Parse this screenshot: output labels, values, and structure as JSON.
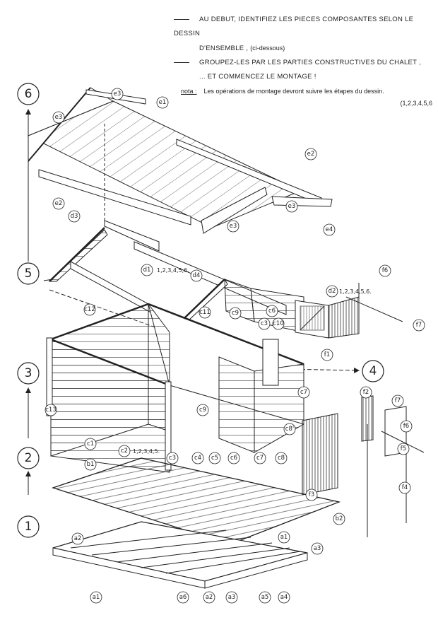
{
  "instructions": {
    "line1": "AU  DEBUT, IDENTIFIEZ LES PIECES COMPOSANTES SELON LE DESSIN",
    "line1b": "D'ENSEMBLE ,",
    "line1c": "(ci-dessous)",
    "line2": "GROUPEZ-LES PAR LES PARTIES CONSTRUCTIVES  DU CHALET ,",
    "line3": "... ET  COMMENCEZ  LE  MONTAGE  !",
    "nota_label": "nota :",
    "nota_text": "Les opérations  de  montage  devront  suivre les étapes du dessin.",
    "nota_steps": "(1,2,3,4,5,6"
  },
  "steps": [
    "6",
    "5",
    "3",
    "2",
    "1",
    "4"
  ],
  "annotations": {
    "d1": "1,2,3,4,5,6.",
    "d2": "1,2,3,4,5,6.",
    "c2": "1,2,3,4,5."
  },
  "part_labels": [
    "e3",
    "e1",
    "e3",
    "e2",
    "e2",
    "e3",
    "e3",
    "e4",
    "d3",
    "d1",
    "d4",
    "d2",
    "f6",
    "f7",
    "c12",
    "c11",
    "c9",
    "c6",
    "c3",
    "c10",
    "f1",
    "c7",
    "f2",
    "f7",
    "f6",
    "c13",
    "c1",
    "c2",
    "c3",
    "c4",
    "c5",
    "c6",
    "c7",
    "c8",
    "c8'",
    "c9",
    "f5",
    "f4",
    "f3",
    "b1",
    "b2",
    "a2",
    "a1",
    "a3",
    "a1",
    "a6",
    "a2",
    "a3",
    "a5",
    "a4"
  ]
}
